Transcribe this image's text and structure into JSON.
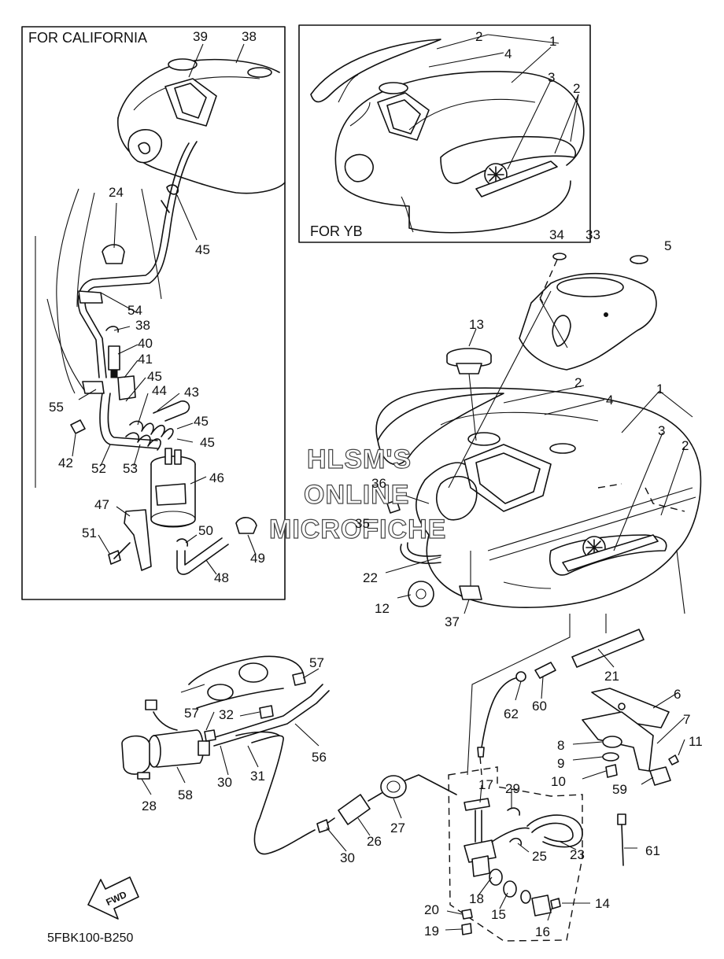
{
  "labels": {
    "california_box": "FOR CALIFORNIA",
    "yb_box": "FOR YB",
    "diagram_code": "5FBK100-B250",
    "fwd_arrow": "FWD"
  },
  "watermark": [
    "HLSM'S",
    "ONLINE",
    "MICROFICHE"
  ],
  "callouts": {
    "n1a": "1",
    "n1b": "1",
    "n2a": "2",
    "n2b": "2",
    "n2c": "2",
    "n2d": "2",
    "n3a": "3",
    "n3b": "3",
    "n4a": "4",
    "n4b": "4",
    "n5": "5",
    "n6": "6",
    "n7": "7",
    "n8": "8",
    "n9": "9",
    "n10": "10",
    "n11": "11",
    "n12": "12",
    "n13": "13",
    "n14": "14",
    "n15": "15",
    "n16": "16",
    "n17": "17",
    "n18": "18",
    "n19": "19",
    "n20": "20",
    "n21": "21",
    "n22": "22",
    "n23": "23",
    "n24": "24",
    "n25": "25",
    "n26": "26",
    "n27": "27",
    "n28": "28",
    "n29": "29",
    "n30a": "30",
    "n30b": "30",
    "n31": "31",
    "n32": "32",
    "n33": "33",
    "n34": "34",
    "n35": "35",
    "n36": "36",
    "n37": "37",
    "n38a": "38",
    "n38b": "38",
    "n39": "39",
    "n40": "40",
    "n41": "41",
    "n42": "42",
    "n43": "43",
    "n44": "44",
    "n45a": "45",
    "n45b": "45",
    "n45c": "45",
    "n45d": "45",
    "n46": "46",
    "n47": "47",
    "n48": "48",
    "n49": "49",
    "n50": "50",
    "n51": "51",
    "n52": "52",
    "n53": "53",
    "n54": "54",
    "n55": "55",
    "n56": "56",
    "n57a": "57",
    "n57b": "57",
    "n58": "58",
    "n59": "59",
    "n60": "60",
    "n61": "61",
    "n62": "62"
  }
}
